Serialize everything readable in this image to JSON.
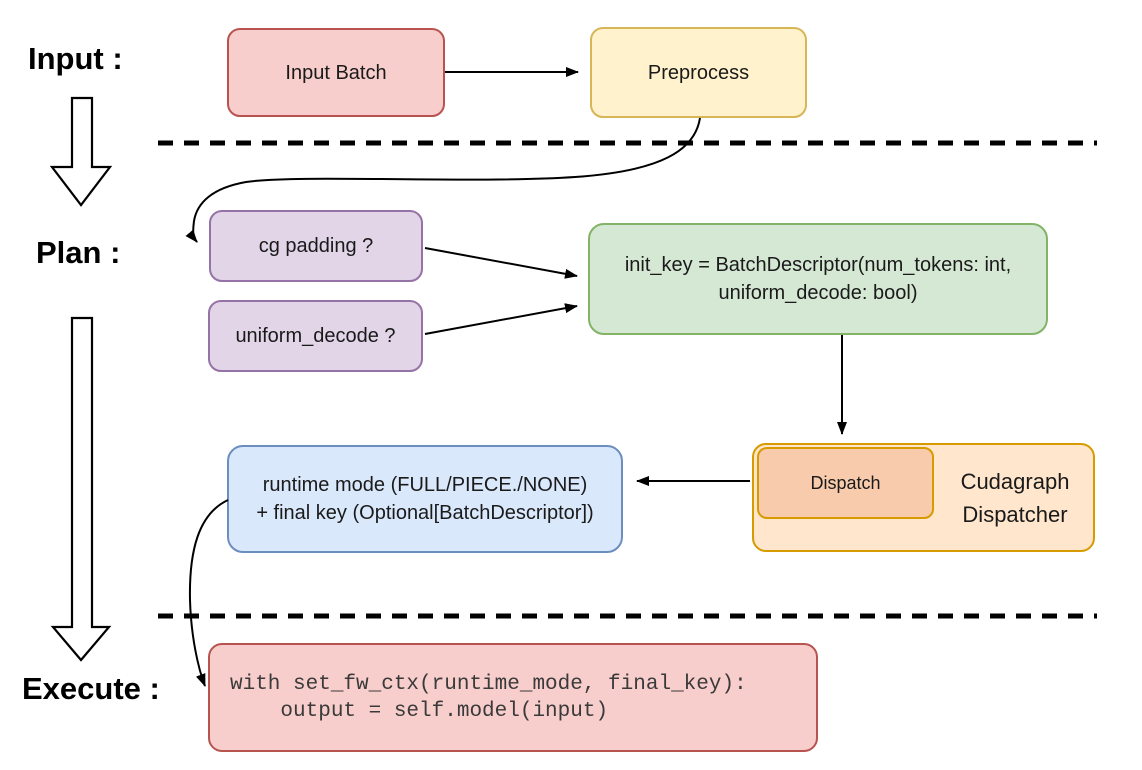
{
  "diagram": {
    "section_labels": {
      "input": "Input :",
      "plan": "Plan :",
      "execute": "Execute :"
    },
    "nodes": {
      "input_batch": "Input Batch",
      "preprocess": "Preprocess",
      "cg_padding": "cg padding ?",
      "uniform_decode": "uniform_decode ?",
      "init_key": {
        "line1": "init_key = BatchDescriptor(num_tokens: int,",
        "line2": "uniform_decode: bool)"
      },
      "dispatch": "Dispatch",
      "cudagraph_dispatcher": {
        "line1": "Cudagraph",
        "line2": "Dispatcher"
      },
      "runtime_mode": {
        "line1": "runtime mode (FULL/PIECE./NONE)",
        "line2": "+ final key (Optional[BatchDescriptor])"
      },
      "execute_code": {
        "line1": "with set_fw_ctx(runtime_mode, final_key):",
        "line2": "    output = self.model(input)"
      }
    },
    "colors": {
      "red_fill": "#F8CECC",
      "red_stroke": "#B85450",
      "yellow_fill": "#FFF2CC",
      "yellow_stroke": "#D6B656",
      "purple_fill": "#E1D5E7",
      "purple_stroke": "#9673A6",
      "green_fill": "#D5E8D4",
      "green_stroke": "#82B366",
      "orange_fill": "#FFE6CC",
      "orange_inner_fill": "#F8CBAD",
      "orange_stroke": "#D79B00",
      "blue_fill": "#DAE8FC",
      "blue_stroke": "#6C8EBF",
      "arrow": "#000000"
    }
  }
}
